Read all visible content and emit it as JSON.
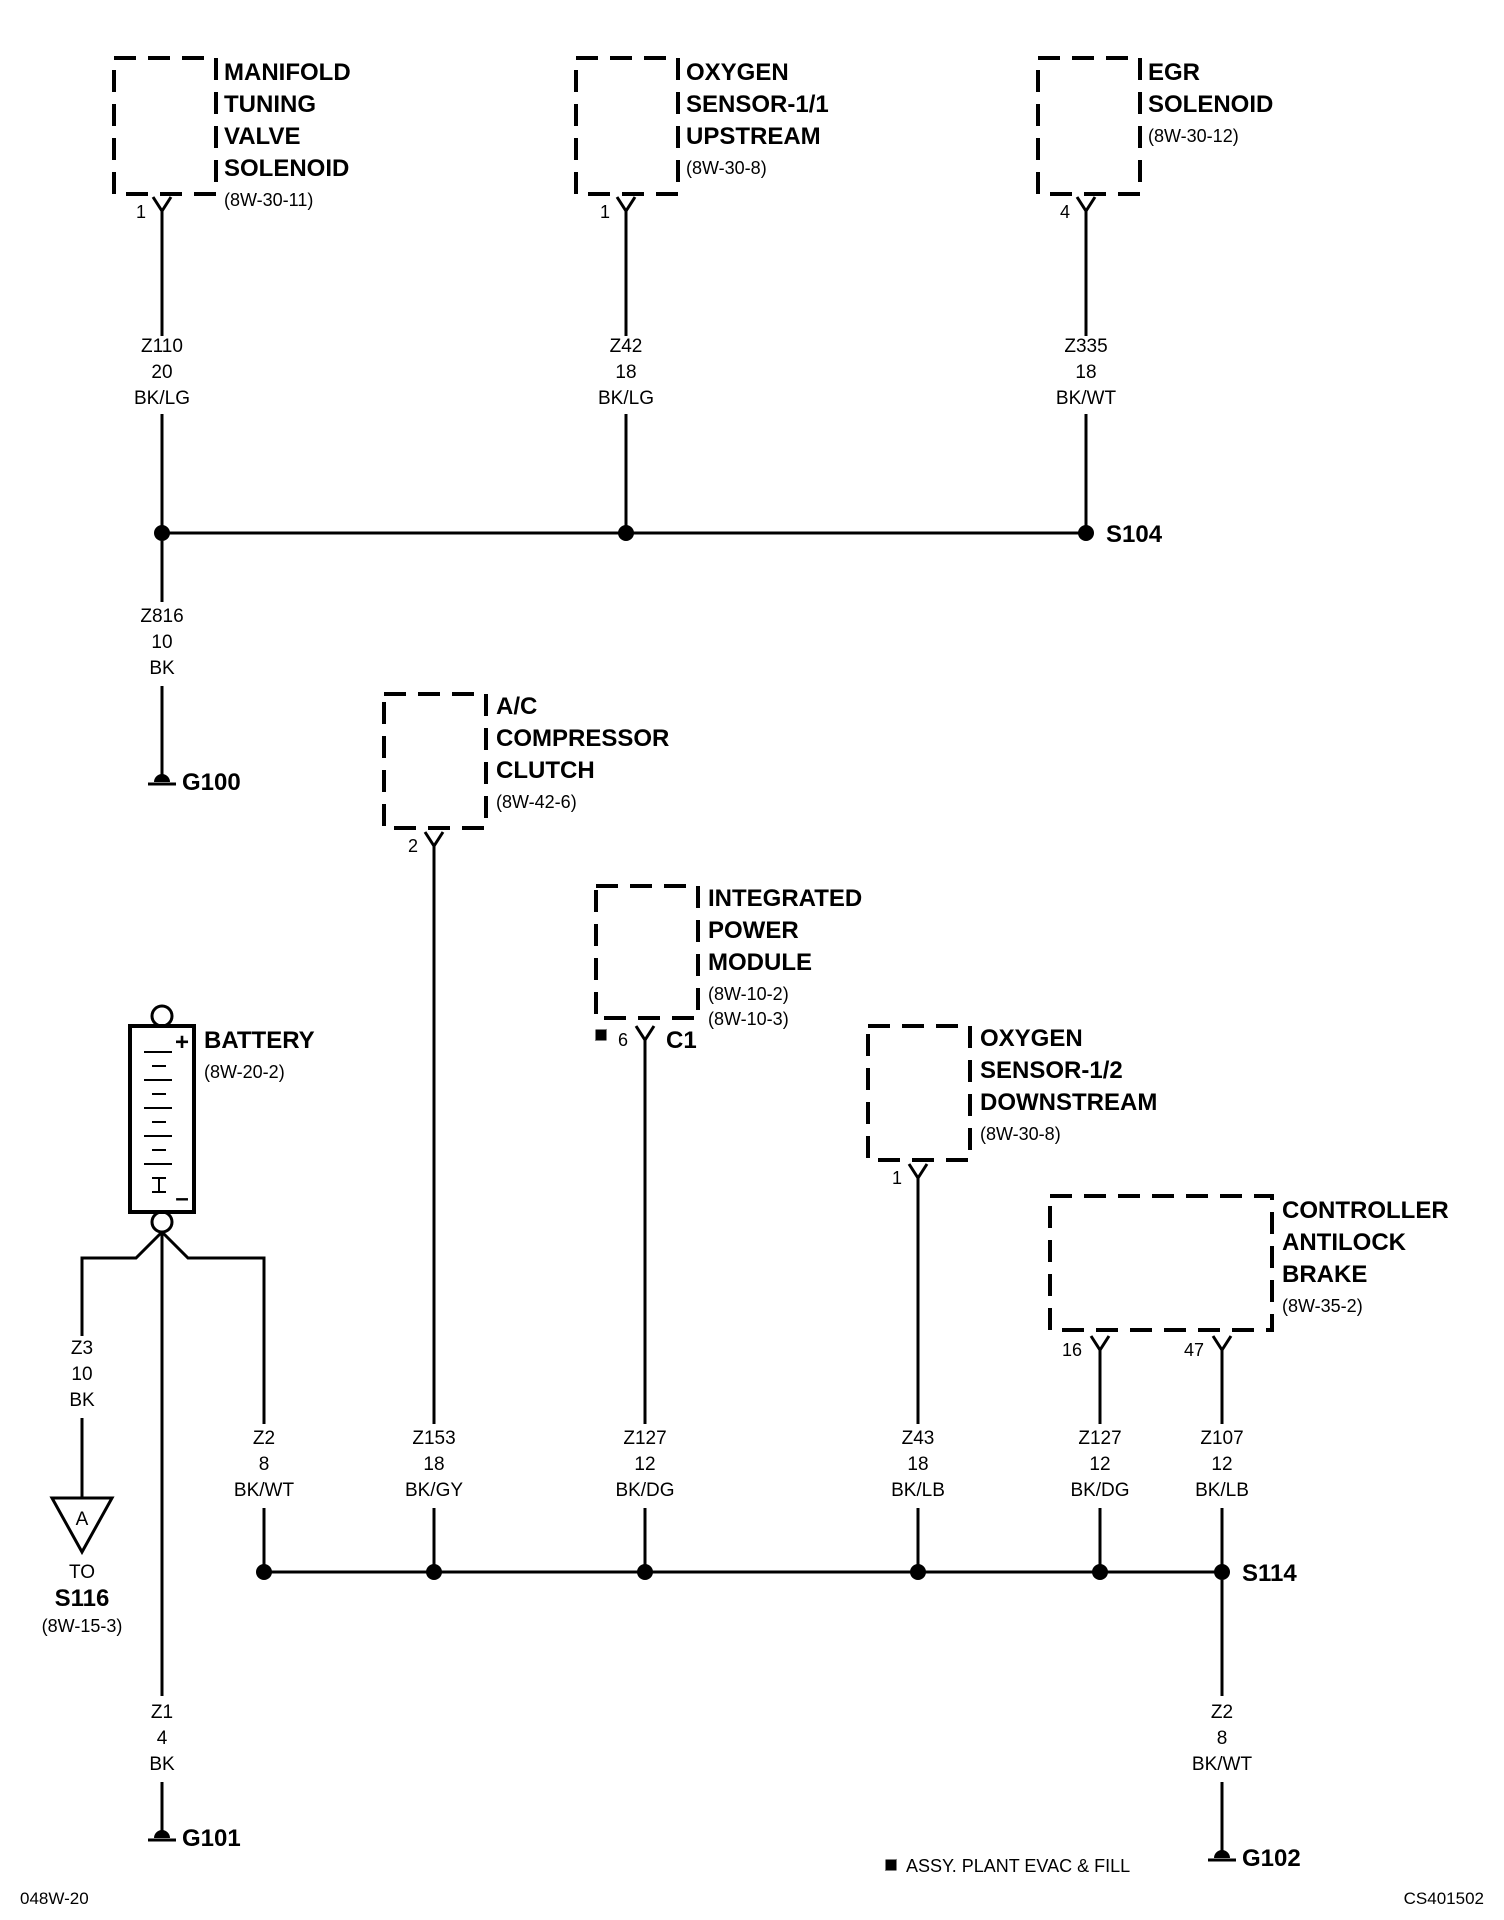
{
  "components": {
    "manifold_tuning_valve": {
      "name": [
        "MANIFOLD",
        "TUNING",
        "VALVE",
        "SOLENOID"
      ],
      "refs": [
        "(8W-30-11)"
      ],
      "pin": "1"
    },
    "oxygen_sensor_upstream": {
      "name": [
        "OXYGEN",
        "SENSOR-1/1",
        "UPSTREAM"
      ],
      "refs": [
        "(8W-30-8)"
      ],
      "pin": "1"
    },
    "egr_solenoid": {
      "name": [
        "EGR",
        "SOLENOID"
      ],
      "refs": [
        "(8W-30-12)"
      ],
      "pin": "4"
    },
    "ac_compressor_clutch": {
      "name": [
        "A/C",
        "COMPRESSOR",
        "CLUTCH"
      ],
      "refs": [
        "(8W-42-6)"
      ],
      "pin": "2"
    },
    "integrated_power_module": {
      "name": [
        "INTEGRATED",
        "POWER",
        "MODULE"
      ],
      "refs": [
        "(8W-10-2)",
        "(8W-10-3)"
      ],
      "pin": "6",
      "connector": "C1"
    },
    "oxygen_sensor_downstream": {
      "name": [
        "OXYGEN",
        "SENSOR-1/2",
        "DOWNSTREAM"
      ],
      "refs": [
        "(8W-30-8)"
      ],
      "pin": "1"
    },
    "controller_antilock_brake": {
      "name": [
        "CONTROLLER",
        "ANTILOCK",
        "BRAKE"
      ],
      "refs": [
        "(8W-35-2)"
      ],
      "pin_a": "16",
      "pin_b": "47"
    },
    "battery": {
      "name": [
        "BATTERY"
      ],
      "refs": [
        "(8W-20-2)"
      ],
      "plus": "+",
      "minus": "–"
    }
  },
  "wires": {
    "z110": [
      "Z110",
      "20",
      "BK/LG"
    ],
    "z42": [
      "Z42",
      "18",
      "BK/LG"
    ],
    "z335": [
      "Z335",
      "18",
      "BK/WT"
    ],
    "z816": [
      "Z816",
      "10",
      "BK"
    ],
    "z3": [
      "Z3",
      "10",
      "BK"
    ],
    "z1": [
      "Z1",
      "4",
      "BK"
    ],
    "z2_left": [
      "Z2",
      "8",
      "BK/WT"
    ],
    "z153": [
      "Z153",
      "18",
      "BK/GY"
    ],
    "z127_ipm": [
      "Z127",
      "12",
      "BK/DG"
    ],
    "z43": [
      "Z43",
      "18",
      "BK/LB"
    ],
    "z127_cab": [
      "Z127",
      "12",
      "BK/DG"
    ],
    "z107": [
      "Z107",
      "12",
      "BK/LB"
    ],
    "z2_right": [
      "Z2",
      "8",
      "BK/WT"
    ]
  },
  "splices": {
    "s104": "S104",
    "s114": "S114"
  },
  "grounds": {
    "g100": "G100",
    "g101": "G101",
    "g102": "G102"
  },
  "connector_ref": {
    "letter": "A",
    "to": "TO",
    "splice": "S116",
    "ref": "(8W-15-3)"
  },
  "legend": {
    "note": "ASSY. PLANT EVAC & FILL"
  },
  "footer": {
    "page": "048W-20",
    "code": "CS401502"
  }
}
